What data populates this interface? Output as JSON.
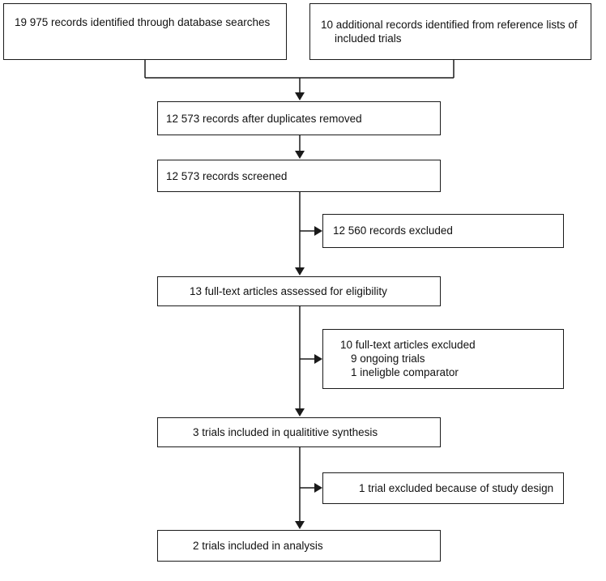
{
  "boxes": {
    "database_searches": "19 975 records identified through database searches",
    "additional_records": [
      "10 additional records identified from reference lists of",
      "included trials"
    ],
    "after_duplicates": "12 573 records after duplicates removed",
    "screened": "12 573 records screened",
    "records_excluded": "12 560 records excluded",
    "fulltext_assessed": "13 full-text articles assessed for eligibility",
    "fulltext_excluded": {
      "title": "10 full-text articles excluded",
      "reasons": [
        "9 ongoing trials",
        "1 ineligble comparator"
      ]
    },
    "qualitative_synthesis": "3 trials included in qualititive synthesis",
    "design_excluded": "1 trial excluded because of study design",
    "analysis": "2 trials included in analysis"
  }
}
